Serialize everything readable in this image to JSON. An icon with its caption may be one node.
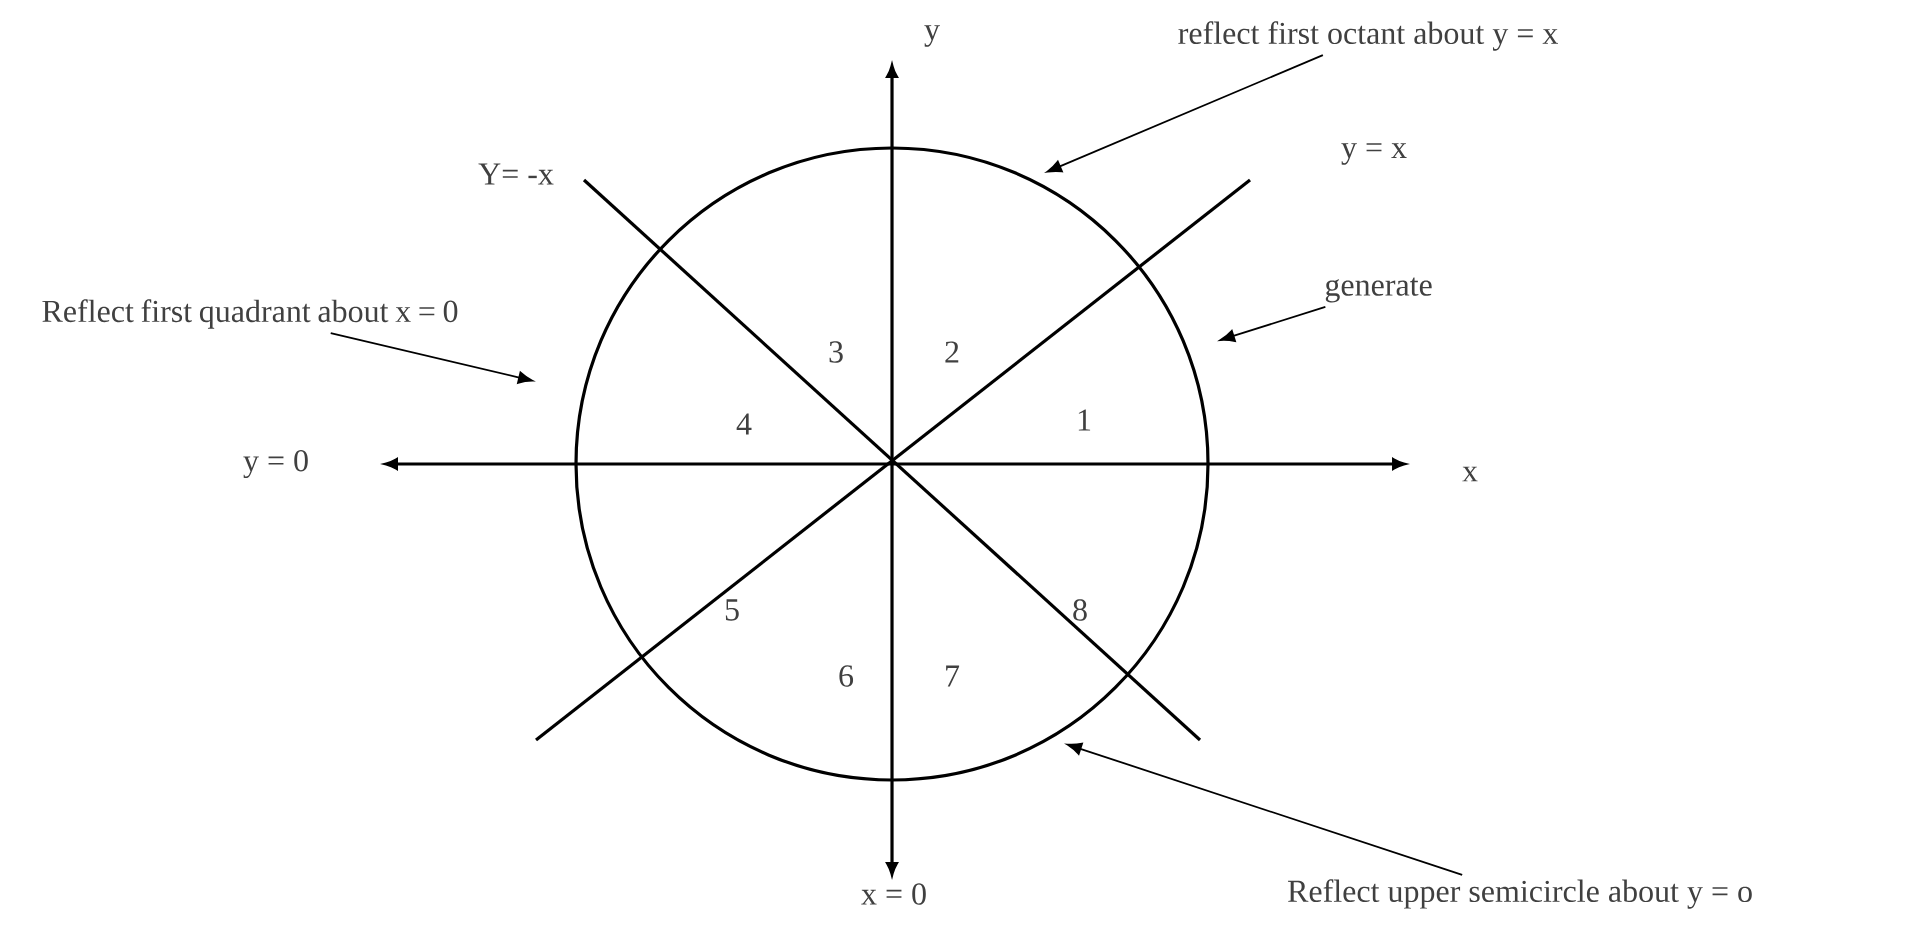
{
  "diagram": {
    "nodes": [
      {
        "text": [],
        "shape": "circle"
      },
      {
        "text": [
          "reflect first octant about y = x"
        ]
      },
      {
        "text": [
          "generate"
        ]
      },
      {
        "text": [
          "Reflect first quadrant about x = 0"
        ]
      },
      {
        "text": [
          "Reflect upper semicircle about y = o"
        ]
      }
    ],
    "edges": [
      {
        "from": 1,
        "to": 0,
        "arrow": "to"
      },
      {
        "from": 2,
        "to": 0,
        "arrow": "to"
      },
      {
        "from": 3,
        "to": 0,
        "arrow": "to"
      },
      {
        "from": 4,
        "to": 0,
        "arrow": "to"
      }
    ],
    "labels": [
      "y",
      "Y= -x",
      "y = x",
      "3",
      "2",
      "4",
      "1",
      "y = 0",
      "x",
      "5",
      "8",
      "6",
      "7",
      "x = 0"
    ]
  }
}
